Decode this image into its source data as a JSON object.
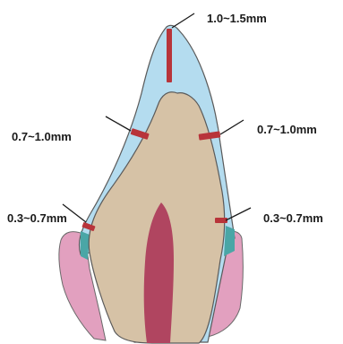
{
  "labels": {
    "incisal": "1.0~1.5mm",
    "left_middle": "0.7~1.0mm",
    "right_middle": "0.7~1.0mm",
    "left_cervical": "0.3~0.7mm",
    "right_cervical": "0.3~0.7mm"
  },
  "colors": {
    "enamel_layer": "#b4dcef",
    "tooth_core": "#d6c2a6",
    "pulp": "#b04560",
    "gingiva": "#e2a0bf",
    "margin": "#4aa6a6",
    "thickness_marker": "#b8343a",
    "leader_line": "#1a1a1a",
    "outline": "#5a5a5a"
  }
}
